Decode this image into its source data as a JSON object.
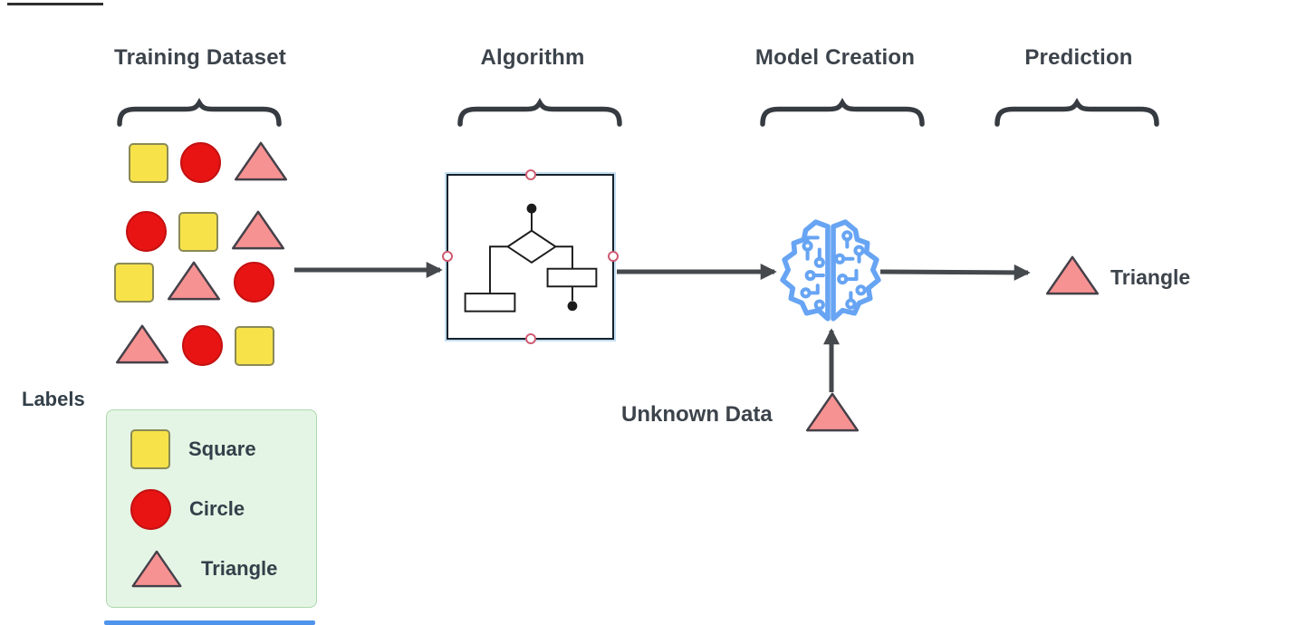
{
  "sections": [
    {
      "id": "training",
      "label": "Training Dataset"
    },
    {
      "id": "algorithm",
      "label": "Algorithm"
    },
    {
      "id": "model",
      "label": "Model Creation"
    },
    {
      "id": "prediction",
      "label": "Prediction"
    }
  ],
  "training": {
    "rows": [
      [
        "square",
        "circle",
        "triangle"
      ],
      [
        "circle",
        "square",
        "triangle"
      ],
      [
        "square",
        "triangle",
        "circle"
      ],
      [
        "triangle",
        "circle",
        "square"
      ]
    ]
  },
  "legend": {
    "title": "Labels",
    "items": [
      {
        "shape": "square",
        "label": "Square"
      },
      {
        "shape": "circle",
        "label": "Circle"
      },
      {
        "shape": "triangle",
        "label": "Triangle"
      }
    ]
  },
  "unknown": {
    "label": "Unknown Data",
    "shape": "triangle"
  },
  "prediction": {
    "shape": "triangle",
    "label": "Triangle"
  },
  "icons": {
    "algorithm": "flowchart-icon",
    "model_creation": "brain-circuit-icon"
  },
  "colors": {
    "square_fill": "#f7e24a",
    "square_stroke": "#8a8a55",
    "circle_fill": "#e81414",
    "circle_stroke": "#c31111",
    "triangle_fill": "#f79292",
    "triangle_stroke": "#454049",
    "legend_bg": "#e4f5e5",
    "legend_border": "#abd9ad",
    "brain_blue": "#67a4f3",
    "arrow": "#45494e",
    "brace": "#363b41",
    "heading": "#3c434b",
    "text": "#33404a",
    "box_border": "#17212b",
    "box_outline": "#c3def2",
    "connection_point": "#cf5b72",
    "flowchart_ink": "#1c1c1c",
    "scrollbar_blue": "#4f94ea",
    "topline": "#2f2f2f"
  }
}
